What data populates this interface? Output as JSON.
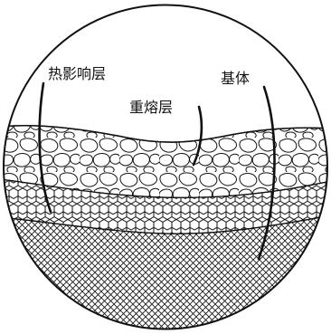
{
  "labels": {
    "heat_affected_zone": "热影响层",
    "remelted_layer": "重熔层",
    "substrate": "基体"
  }
}
